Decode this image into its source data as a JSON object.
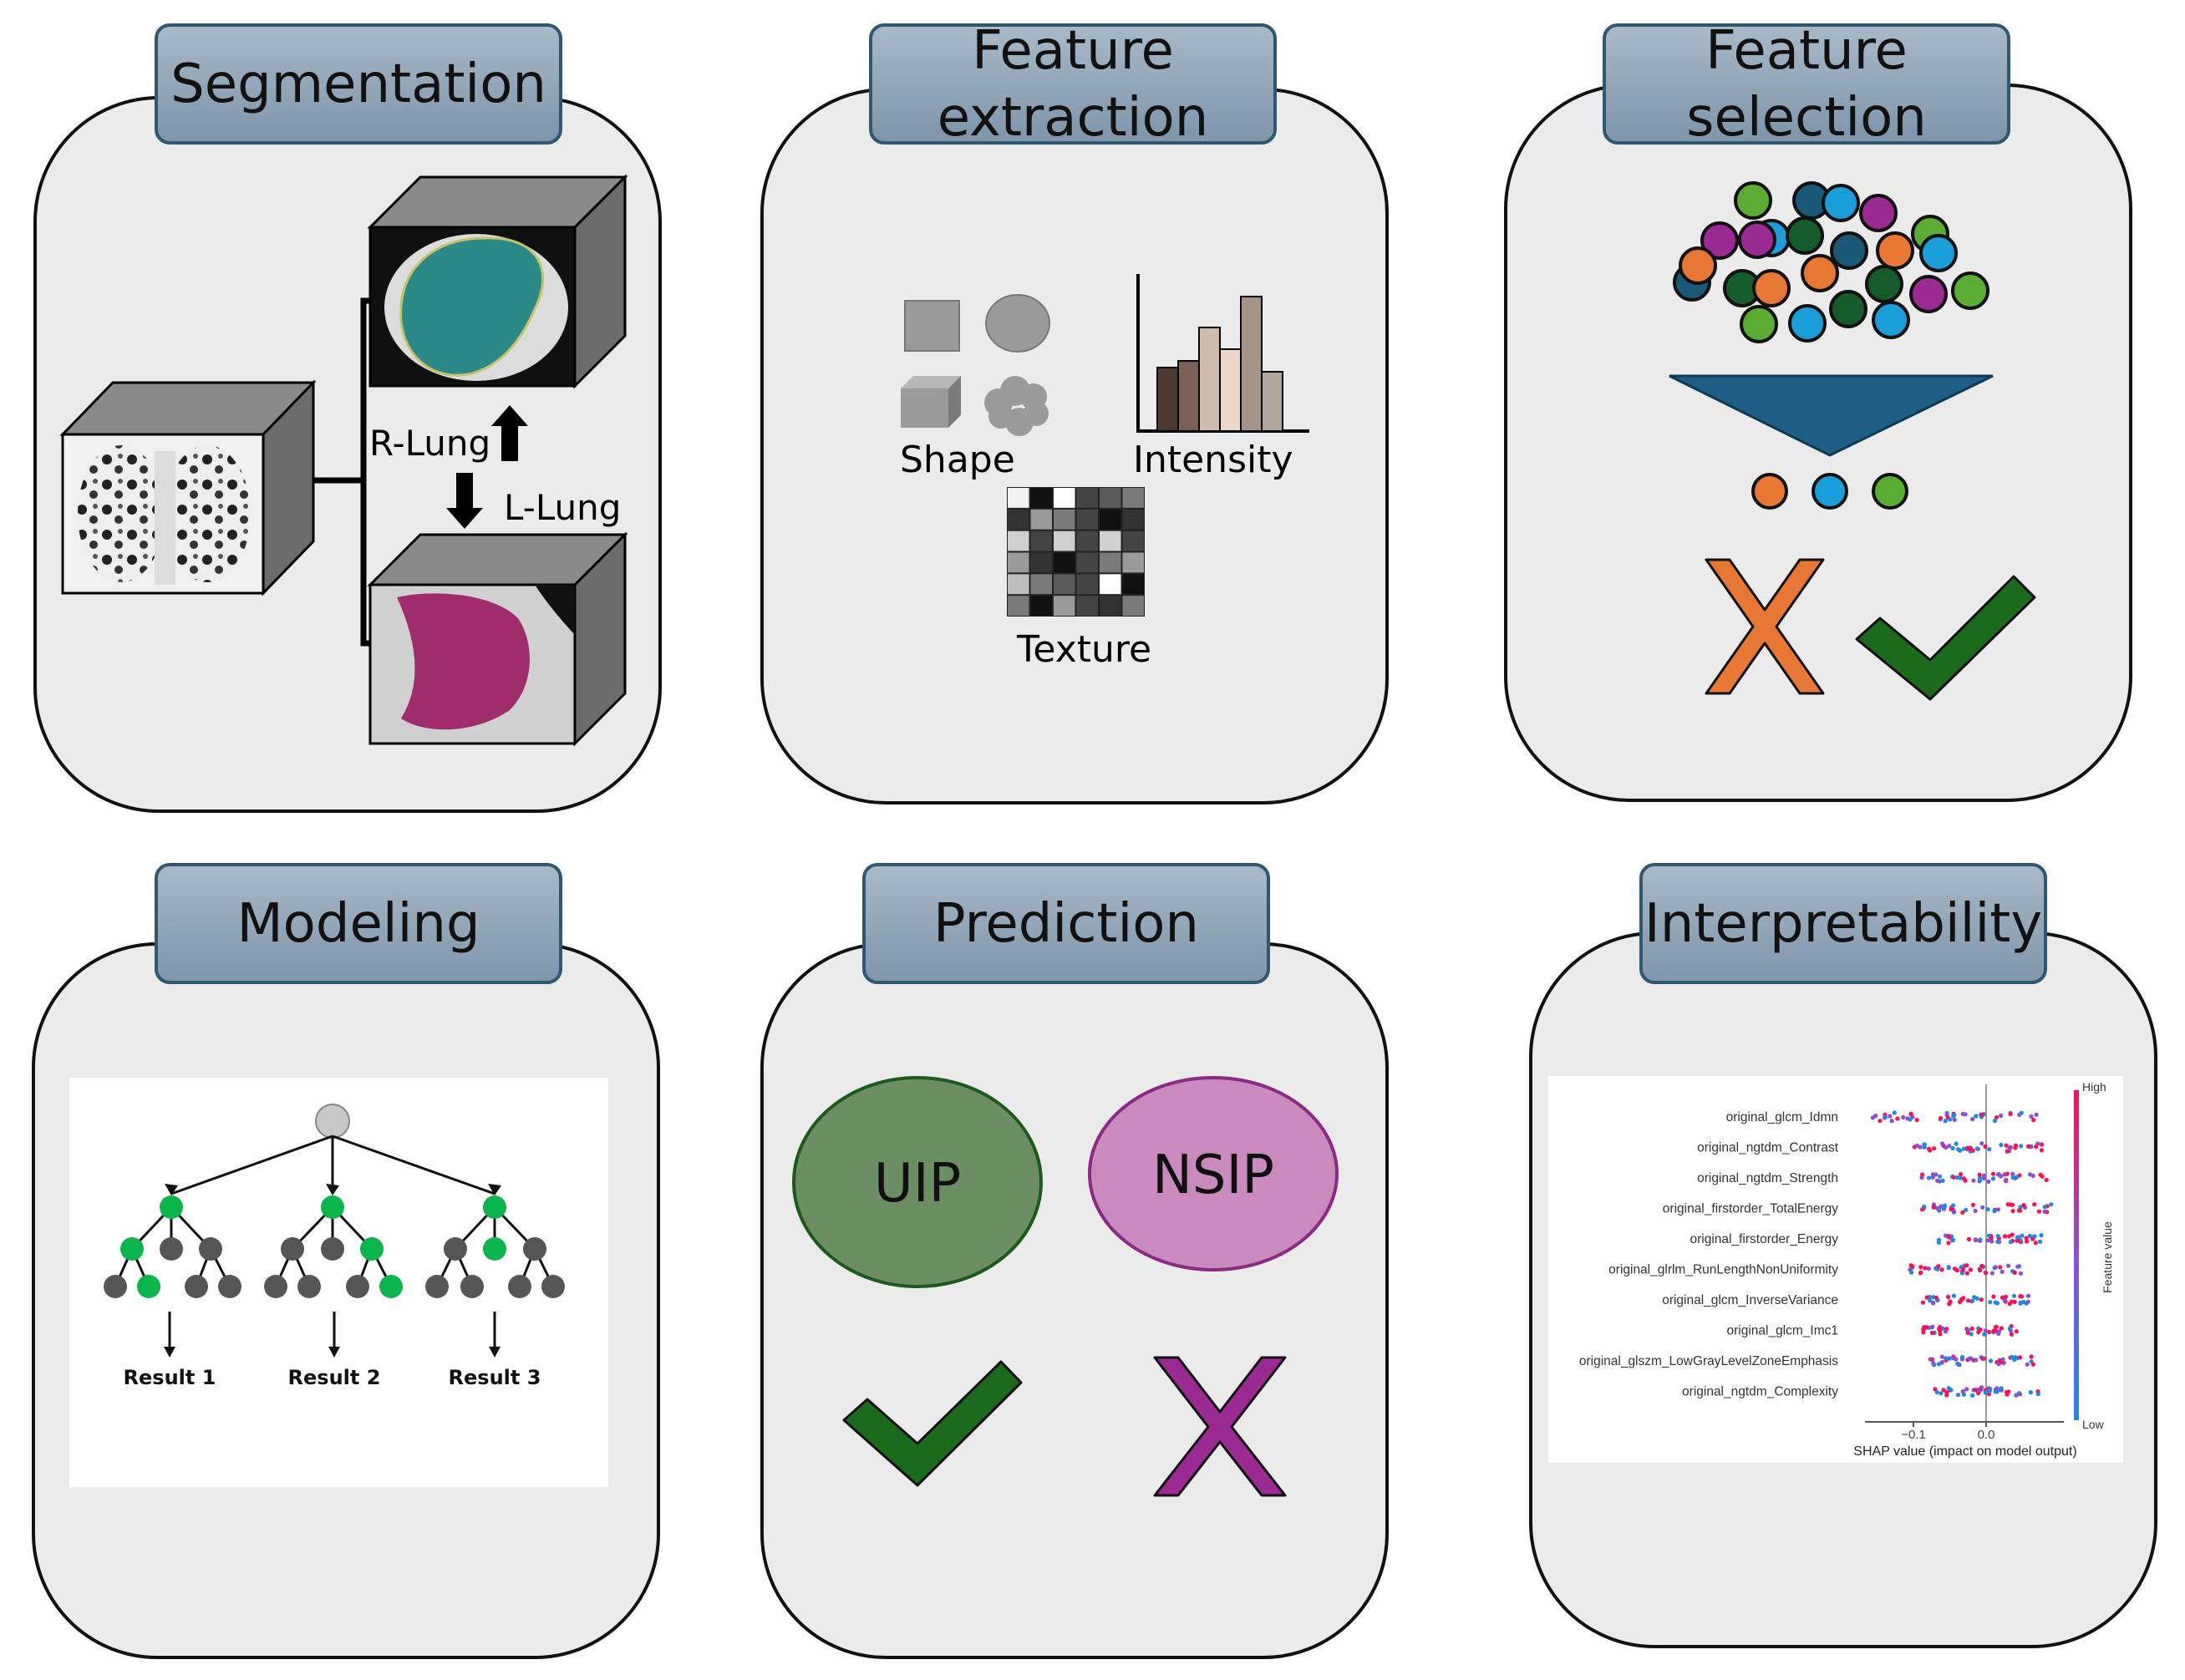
{
  "panels": {
    "segmentation": {
      "title": "Segmentation",
      "r_lung": "R-Lung",
      "l_lung": "L-Lung"
    },
    "feature_extraction": {
      "title": "Feature\nextraction",
      "shape": "Shape",
      "intensity": "Intensity",
      "texture": "Texture"
    },
    "feature_selection": {
      "title": "Feature\nselection"
    },
    "modeling": {
      "title": "Modeling",
      "results": [
        "Result 1",
        "Result 2",
        "Result 3"
      ]
    },
    "prediction": {
      "title": "Prediction",
      "uip": "UIP",
      "nsip": "NSIP"
    },
    "interpretability": {
      "title": "Interpretability",
      "features": [
        "original_glcm_Idmn",
        "original_ngtdm_Contrast",
        "original_ngtdm_Strength",
        "original_firstorder_TotalEnergy",
        "original_firstorder_Energy",
        "original_glrlm_RunLengthNonUniformity",
        "original_glcm_InverseVariance",
        "original_glcm_Imc1",
        "original_glszm_LowGrayLevelZoneEmphasis",
        "original_ngtdm_Complexity"
      ],
      "xticks": [
        "−0.1",
        "0.0"
      ],
      "xlabel": "SHAP value (impact on model output)",
      "colorbar_label": "Feature value",
      "high": "High",
      "low": "Low"
    }
  },
  "colors": {
    "orange": "#e87733",
    "blue": "#1a9ed9",
    "green": "#5aad32",
    "dark_green": "#1c6b1c",
    "purple": "#9b2a93",
    "funnel": "#1f5f86",
    "panel_bg": "#ebebeb",
    "tab": "#8fa5b9"
  }
}
